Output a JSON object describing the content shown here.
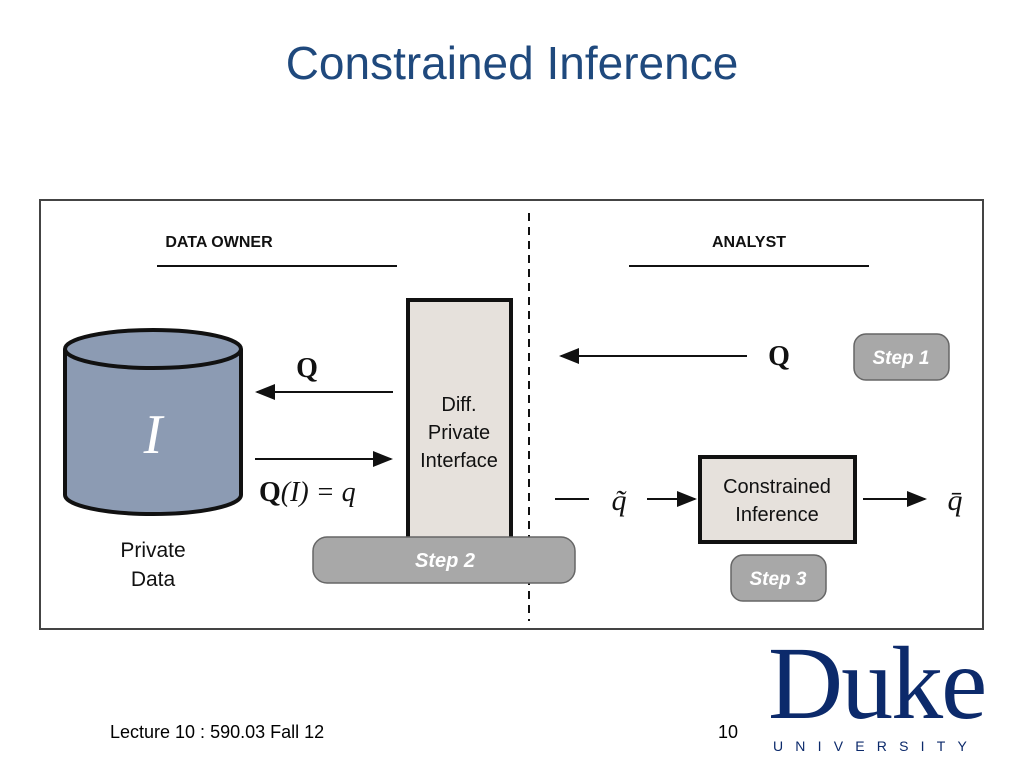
{
  "slide": {
    "title": "Constrained Inference"
  },
  "diagram": {
    "left_header": "DATA OWNER",
    "right_header": "ANALYST",
    "database": {
      "symbol": "I",
      "caption_line1": "Private",
      "caption_line2": "Data"
    },
    "interface": {
      "line1": "Diff.",
      "line2": "Private",
      "line3": "Interface"
    },
    "query_left": "Q",
    "query_right": "Q",
    "answer_eq_Q": "Q",
    "answer_eq_rest": "(I) = q",
    "noisy_answer": "q̃",
    "final_answer": "q̄",
    "inference_box": {
      "line1": "Constrained",
      "line2": "Inference"
    },
    "steps": {
      "step1": "Step 1",
      "step2": "Step 2",
      "step3": "Step 3"
    }
  },
  "footer": {
    "lecture": "Lecture 10 : 590.03 Fall 12",
    "page": "10"
  },
  "logo": {
    "word": "Duke",
    "sub": "UNIVERSITY"
  },
  "colors": {
    "title": "#1f497d",
    "cylinder": "#8c9bb3",
    "interface_fill": "#e6e1dc",
    "step_fill": "#a8a8a8",
    "logo": "#0c2a6b"
  }
}
